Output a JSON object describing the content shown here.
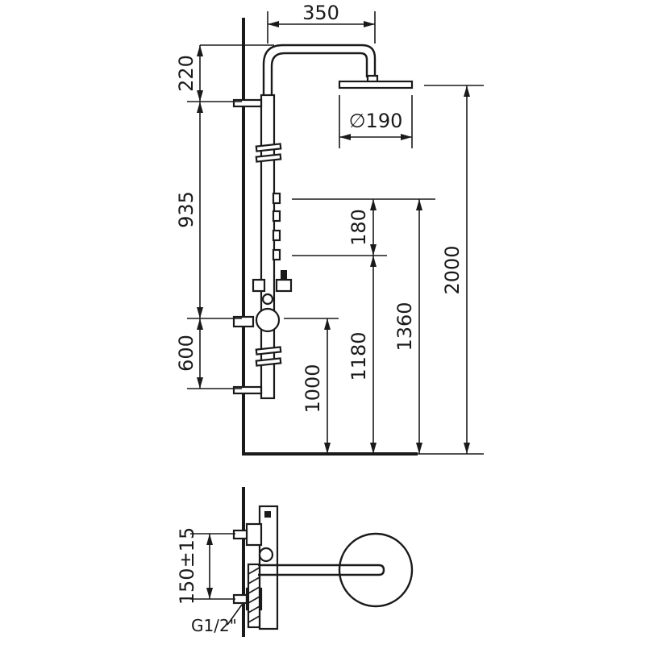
{
  "dimensions": {
    "head_offset": "350",
    "head_height": "220",
    "upper_span": "935",
    "lower_span": "600",
    "head_diameter": "∅190",
    "control_spacing": "180",
    "mixer_height": "1000",
    "lower_control_height": "1180",
    "upper_control_height": "1360",
    "total_height": "2000",
    "connection_spacing": "150±15",
    "thread_size": "G1/2\""
  }
}
